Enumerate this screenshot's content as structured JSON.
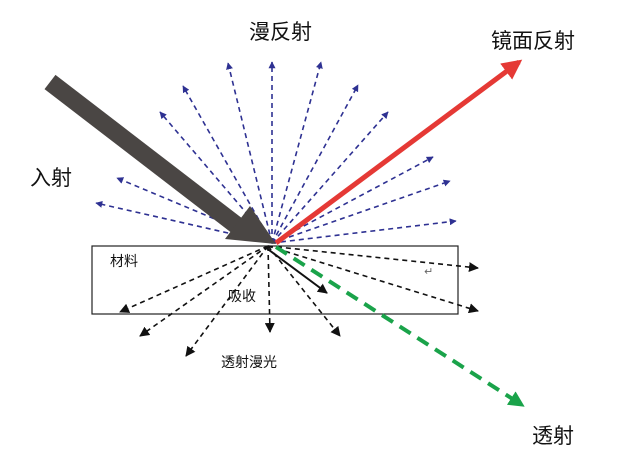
{
  "labels": {
    "diffuse_reflection": "漫反射",
    "specular_reflection": "镜面反射",
    "incident": "入射",
    "material": "材料",
    "absorption": "吸收",
    "transmitted_diffuse": "透射漫光",
    "transmission": "透射",
    "return_mark": "↵"
  },
  "colors": {
    "incident": "#4a4644",
    "specular": "#e53935",
    "diffuse_reflection": "#2e3192",
    "transmission": "#1aa34a",
    "scatter_in_material": "#111111",
    "material_border": "#222222"
  }
}
